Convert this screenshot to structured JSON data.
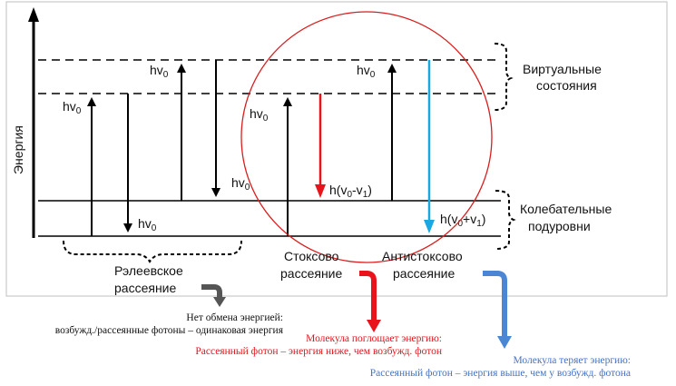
{
  "axis": {
    "label": "Энергия"
  },
  "levels": {
    "virtual_label_line1": "Виртуальные",
    "virtual_label_line2": "состояния",
    "vibrational_label_line1": "Колебательные",
    "vibrational_label_line2": "подуровни"
  },
  "photon_labels": {
    "hv0": "hv",
    "subscript": "0",
    "stokes_emit": "h(v",
    "stokes_emit_sub1": "0",
    "stokes_emit_mid": "-v",
    "stokes_emit_sub2": "1",
    "stokes_emit_end": ")",
    "antistokes_emit": "h(v",
    "antistokes_emit_sub1": "0",
    "antistokes_emit_mid": "+v",
    "antistokes_emit_sub2": "1",
    "antistokes_emit_end": ")"
  },
  "groups": {
    "rayleigh_line1": "Рэлеевское",
    "rayleigh_line2": "рассеяние",
    "stokes_line1": "Стоксово",
    "stokes_line2": "рассеяние",
    "antistokes_line1": "Антистоксово",
    "antistokes_line2": "рассеяние"
  },
  "notes": {
    "rayleigh_line1": "Нет обмена энергией:",
    "rayleigh_line2": "возбужд./рассеянные фотоны – одинаковая энергия",
    "stokes_line1": "Молекула поглощает энергию:",
    "stokes_line2": "Рассеянный фотон – энергия ниже, чем возбужд. фотон",
    "antistokes_line1": "Молекула теряет энергию:",
    "antistokes_line2": "Рассеянный фотон – энергия выше, чем у возбужд. фотона"
  },
  "colors": {
    "stokes": "#e8131b",
    "antistokes": "#1ba8e0",
    "rayleigh_note": "#111111",
    "antistokes_note": "#4472c4",
    "rayleigh_hook": "#555555",
    "stokes_hook": "#e8131b",
    "antistokes_hook": "#4a86d4",
    "circle": "#d81e1e"
  }
}
